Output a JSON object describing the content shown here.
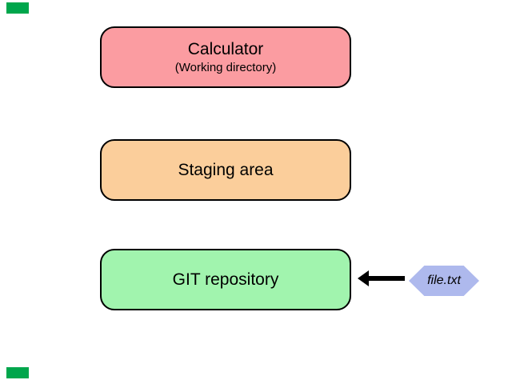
{
  "canvas": {
    "background_color": "#ffffff"
  },
  "corner_marks": {
    "color": "#00a64c"
  },
  "diagram": {
    "working_directory_node": {
      "title": "Calculator",
      "subtitle": "(Working directory)",
      "fill_color": "#fb9ca1",
      "border_color": "#000000"
    },
    "staging_area_node": {
      "title": "Staging area",
      "fill_color": "#fbce9b",
      "border_color": "#000000"
    },
    "git_repository_node": {
      "title": "GIT repository",
      "fill_color": "#a1f4ae",
      "border_color": "#000000"
    },
    "file_node": {
      "label": "file.txt",
      "fill_color": "#aeb9ed"
    },
    "arrow": {
      "direction": "left",
      "color": "#000000"
    }
  }
}
